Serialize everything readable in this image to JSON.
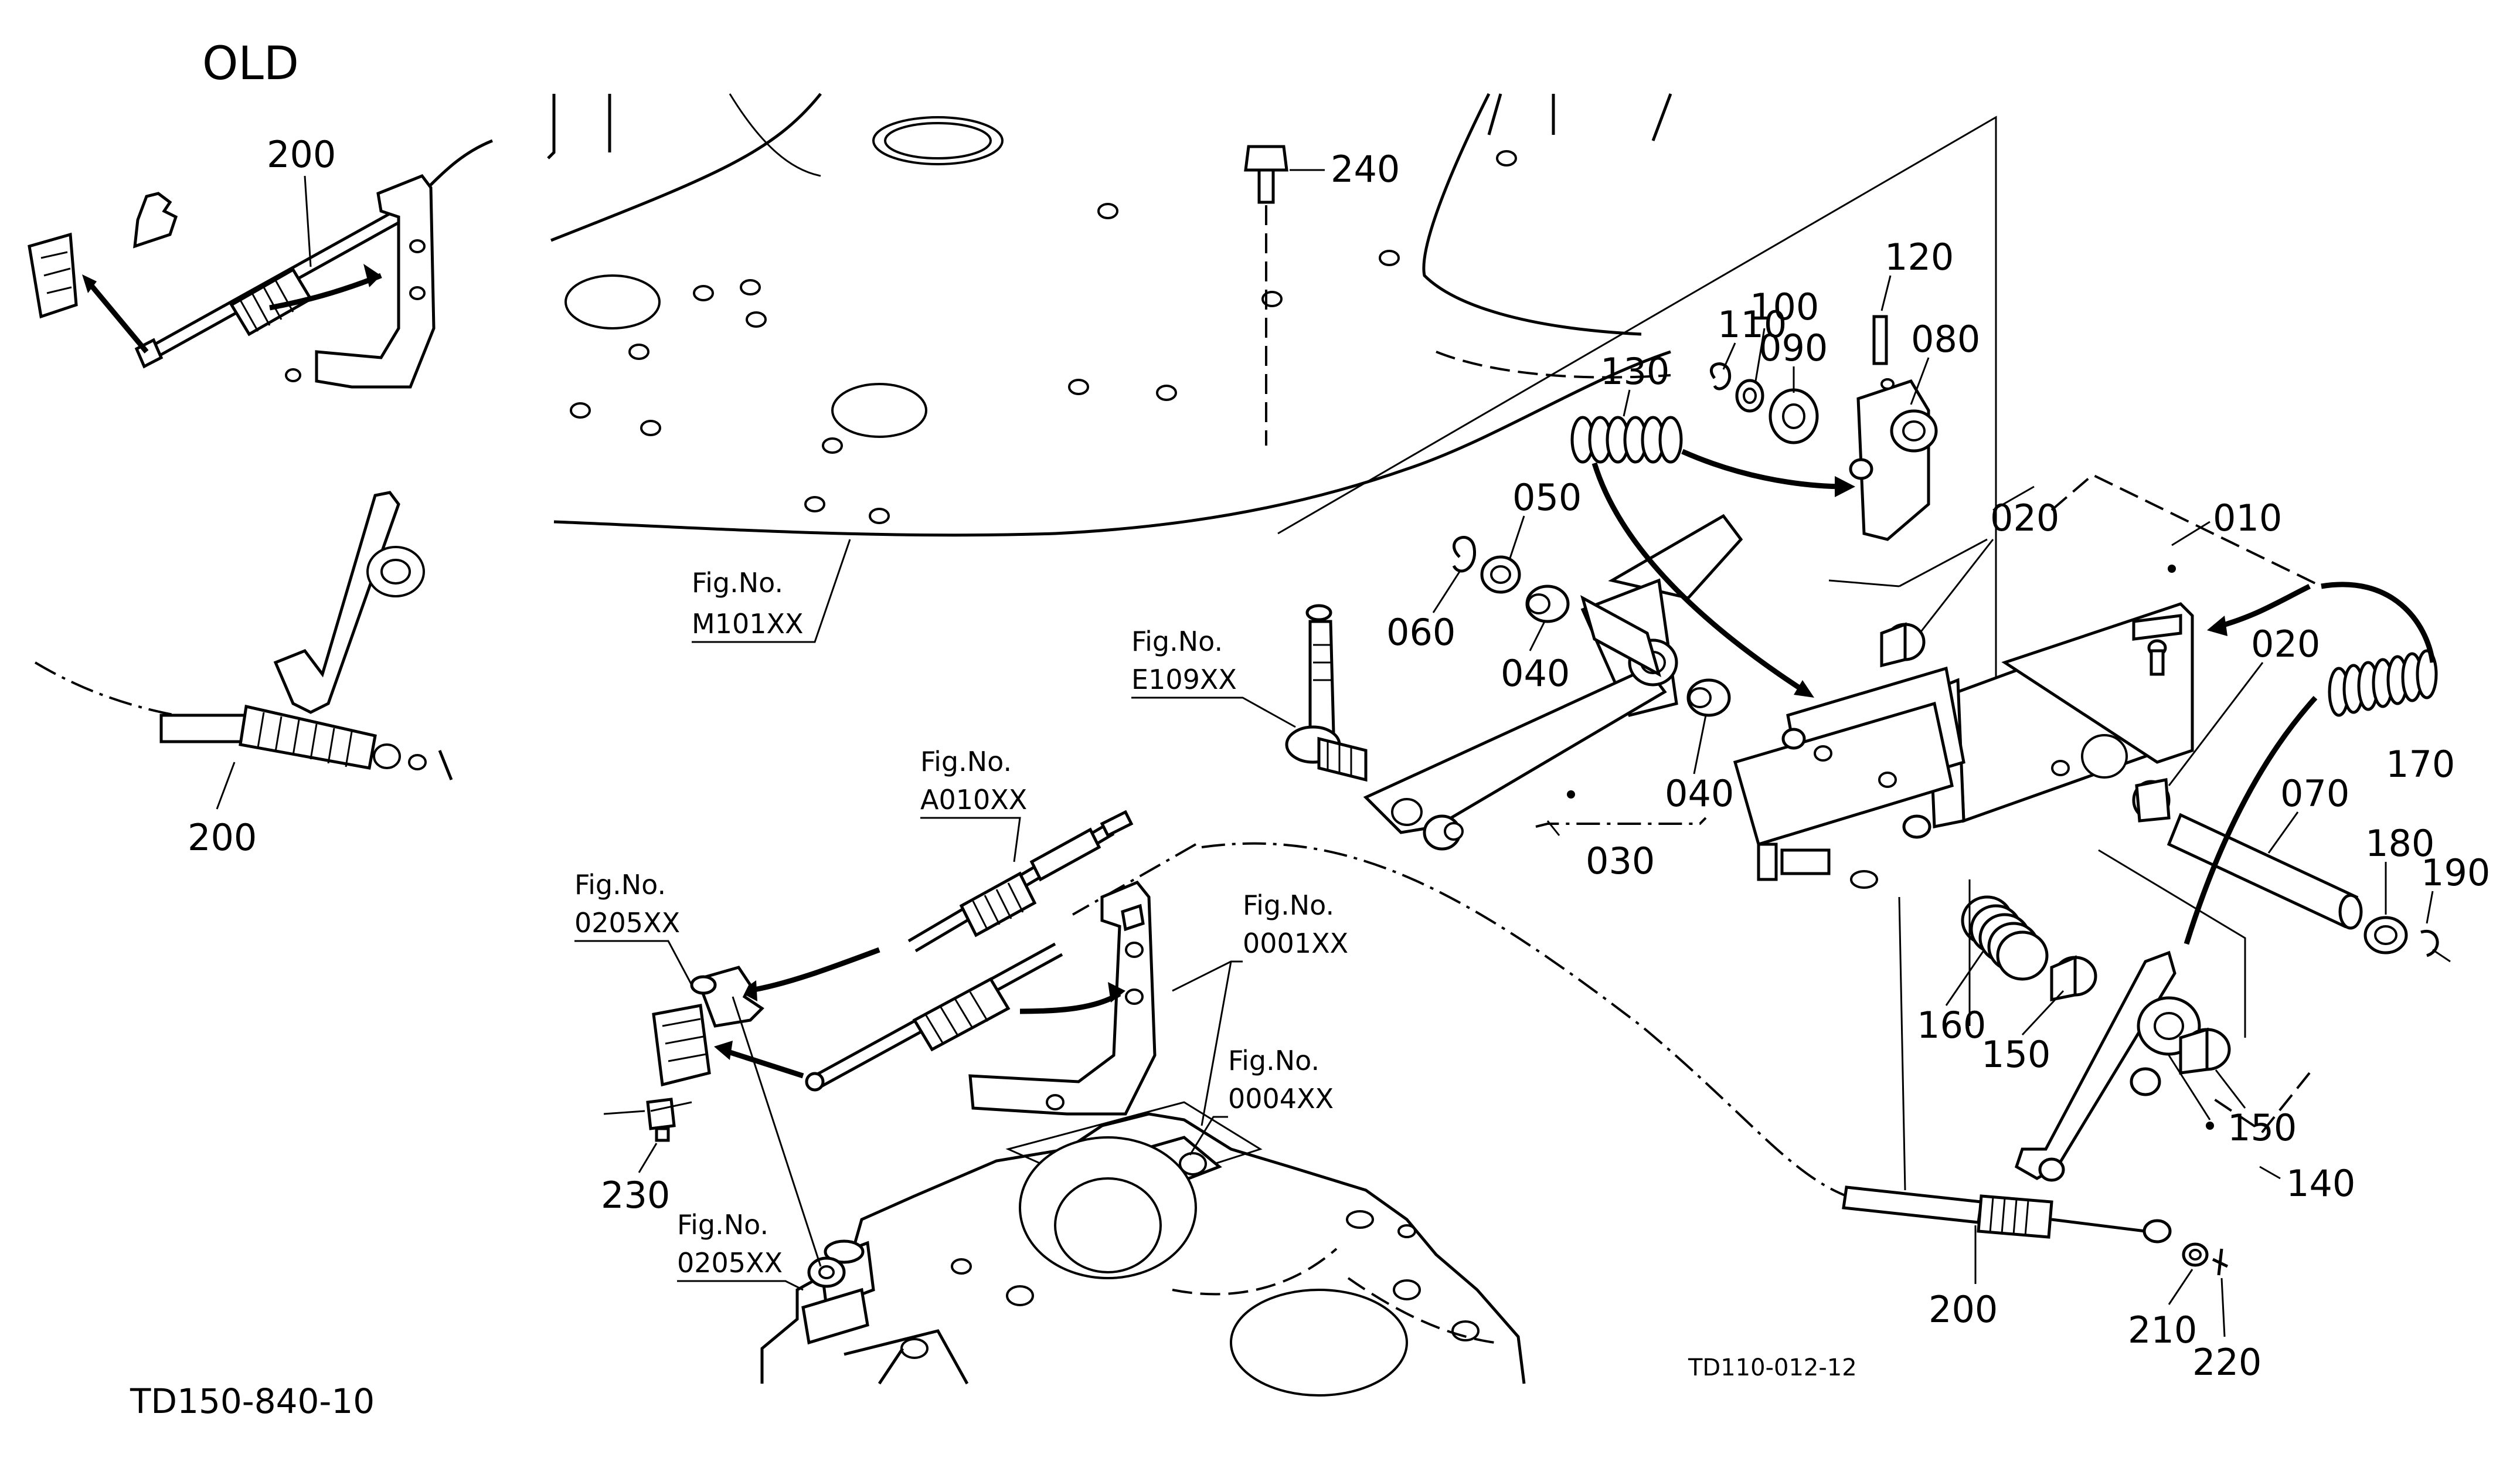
{
  "diagram": {
    "variant_label": "OLD",
    "drawing_number": "TD150-840-10",
    "sub_drawing_number": "TD110-012-12",
    "part_numbers": [
      "010",
      "020",
      "020",
      "030",
      "040",
      "040",
      "050",
      "060",
      "070",
      "080",
      "090",
      "100",
      "110",
      "120",
      "130",
      "140",
      "150",
      "150",
      "160",
      "170",
      "180",
      "190",
      "200",
      "200",
      "200",
      "210",
      "220",
      "230",
      "240"
    ],
    "callouts": {
      "p010": "010",
      "p020a": "020",
      "p020b": "020",
      "p030": "030",
      "p040a": "040",
      "p040b": "040",
      "p050": "050",
      "p060": "060",
      "p070": "070",
      "p080": "080",
      "p090": "090",
      "p100": "100",
      "p110": "110",
      "p120": "120",
      "p130": "130",
      "p140": "140",
      "p150a": "150",
      "p150b": "150",
      "p160": "160",
      "p170": "170",
      "p180": "180",
      "p190": "190",
      "p200a": "200",
      "p200b": "200",
      "p200c": "200",
      "p210": "210",
      "p220": "220",
      "p230": "230",
      "p240": "240"
    },
    "figure_refs": {
      "fig_label": "Fig.No.",
      "m101": "M101XX",
      "e109": "E109XX",
      "a010": "A010XX",
      "f0205a": "0205XX",
      "f0001": "0001XX",
      "f0004": "0004XX",
      "f0205b": "0205XX"
    }
  }
}
